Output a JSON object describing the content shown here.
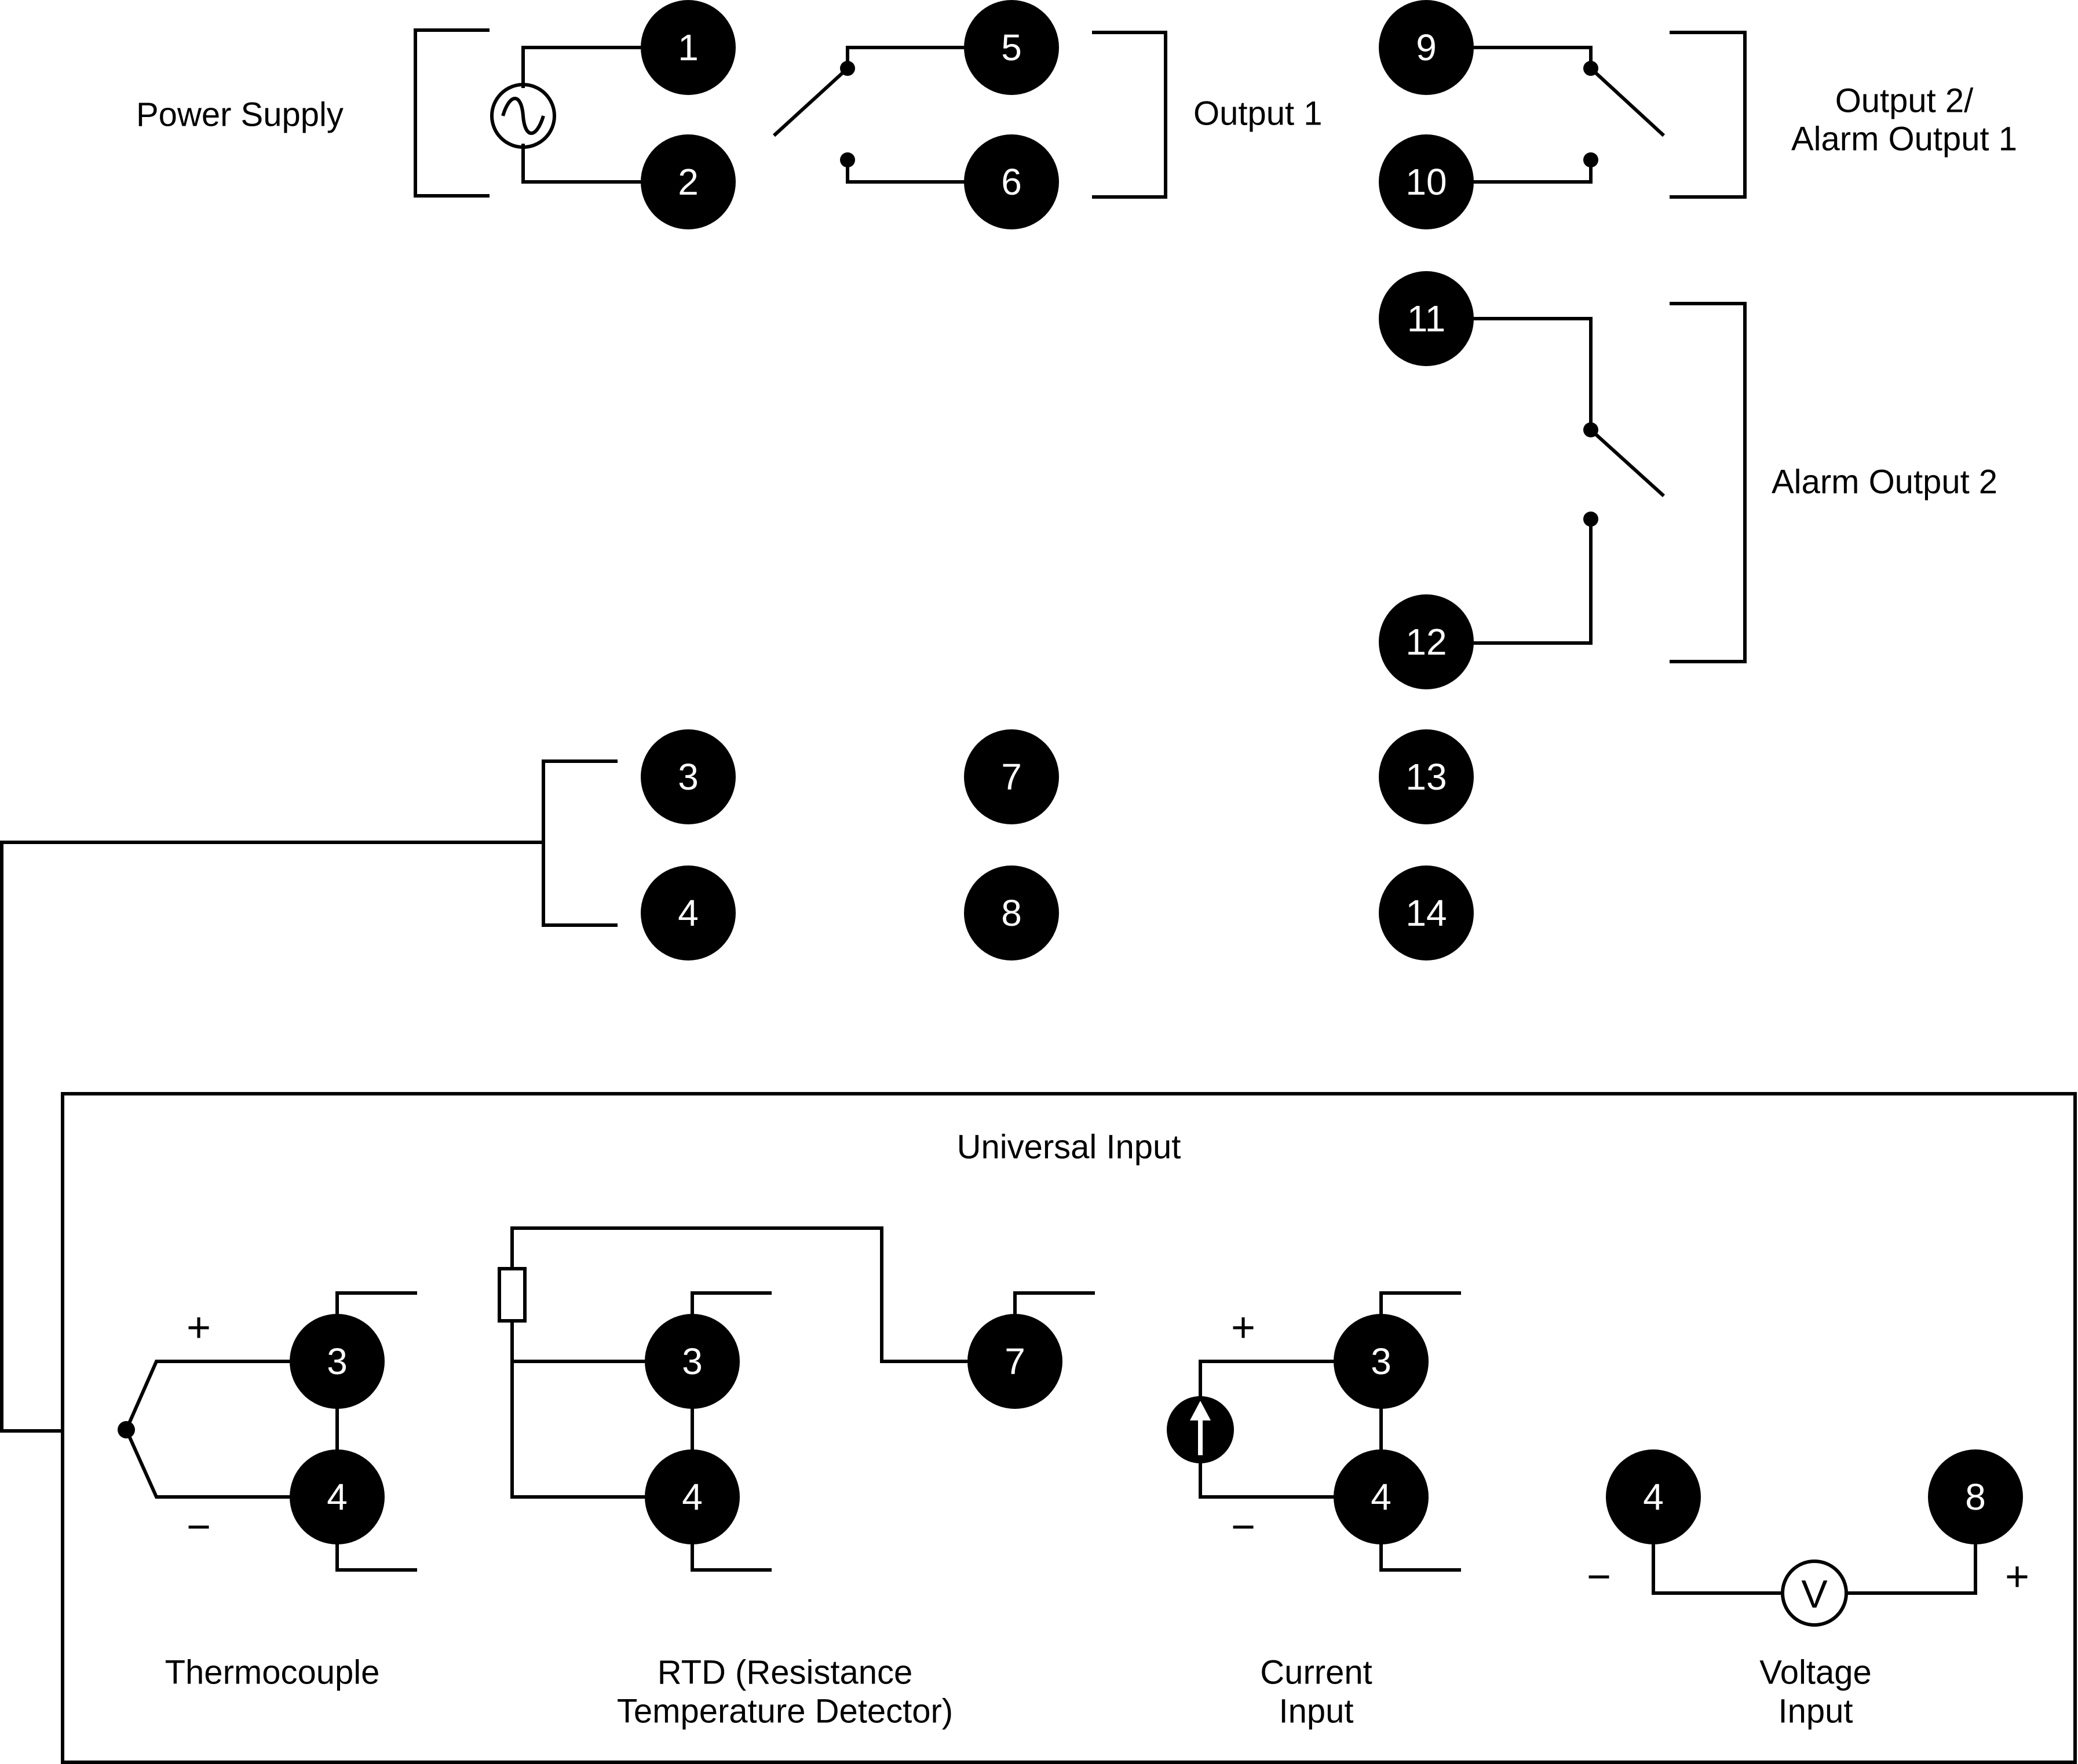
{
  "labels": {
    "power_supply": "Power Supply",
    "output_1": "Output 1",
    "output_2_line1": "Output 2/",
    "output_2_line2": "Alarm Output 1",
    "alarm_output_2": "Alarm Output 2",
    "universal_input": "Universal Input",
    "thermocouple": "Thermocouple",
    "rtd_line1": "RTD (Resistance",
    "rtd_line2": "Temperature Detector)",
    "current_line1": "Current",
    "current_line2": "Input",
    "voltage_line1": "Voltage",
    "voltage_line2": "Input",
    "plus": "+",
    "minus": "−",
    "voltmeter": "V"
  },
  "terminals": [
    "1",
    "2",
    "3",
    "4",
    "5",
    "6",
    "7",
    "8",
    "9",
    "10",
    "11",
    "12",
    "13",
    "14"
  ],
  "input_terminals": {
    "thermocouple": [
      "3",
      "4"
    ],
    "rtd": [
      "3",
      "4",
      "7"
    ],
    "current": [
      "3",
      "4"
    ],
    "voltage": [
      "4",
      "8"
    ]
  },
  "colors": {
    "line": "#000000",
    "terminal_fill": "#000000",
    "terminal_text": "#ffffff",
    "background": "#ffffff"
  }
}
